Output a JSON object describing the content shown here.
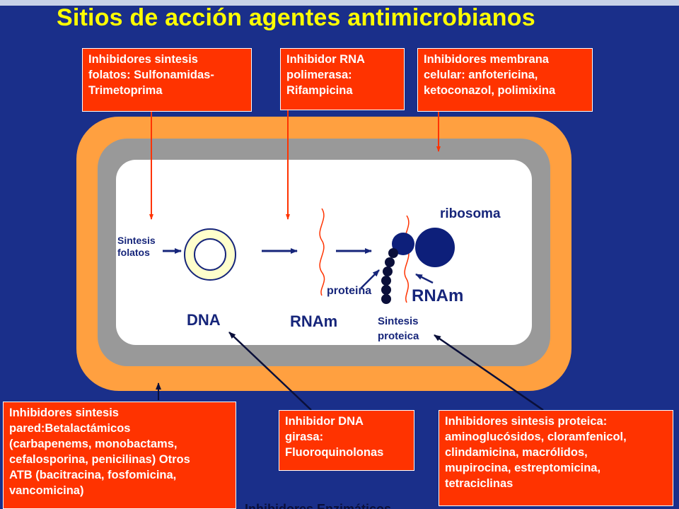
{
  "title": "Sitios de acción agentes antimicrobianos",
  "boxes": {
    "folatos": "Inhibidores sintesis\nfolatos: Sulfonamidas-\nTrimetoprima",
    "rna_pol": "Inhibidor RNA\npolimerasa:\nRifampicina",
    "membrana": "Inhibidores membrana\ncelular: anfotericina,\nketoconazol, polimixina",
    "pared": "Inhibidores sintesis\npared:Betalactámicos\n(carbapenems, monobactams,\ncefalosporina, penicilinas) Otros\nATB (bacitracina, fosfomicina,\nvancomicina)",
    "dna_girasa": "Inhibidor DNA\ngirasa:\nFluoroquinolonas",
    "proteica": "Inhibidores sintesis proteica:\naminoglucósidos, cloramfenicol,\nclindamicina, macrólidos,\nmupirocina, estreptomicina,\ntetraciclinas"
  },
  "labels": {
    "sintesis_folatos": "Sintesis\nfolatos",
    "dna": "DNA",
    "rnam_1": "RNAm",
    "rnam_2": "RNAm",
    "ribosoma": "ribosoma",
    "proteina": "proteina",
    "sintesis_proteica": "Sintesis\nproteica"
  },
  "bottom_partial": "Inhibidores Enzimáticos",
  "colors": {
    "background": "#1a2f8a",
    "title": "#ffff00",
    "box": "#ff3300",
    "outer_wall": "#ffa040",
    "membrane": "#999999",
    "cytoplasm": "#ffffff",
    "dna_ring": "#ffffcc",
    "ribosome": "#0d1f7a",
    "rna": "#ff3300",
    "arrow_dark": "#16257a"
  }
}
